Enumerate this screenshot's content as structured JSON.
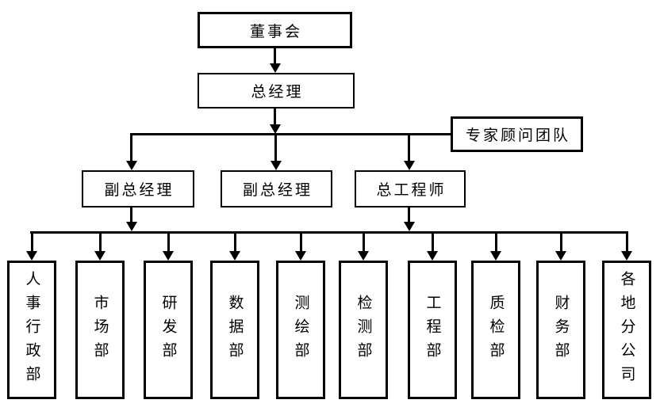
{
  "diagram": {
    "type": "org-chart",
    "background_color": "#ffffff",
    "line_color": "#000000",
    "text_color": "#000000",
    "nodes": {
      "board": "董事会",
      "general_manager": "总经理",
      "expert_team": "专家顾问团队",
      "deputy_gm_1": "副总经理",
      "deputy_gm_2": "副总经理",
      "chief_engineer": "总工程师",
      "departments": [
        "人事行政部",
        "市场部",
        "研发部",
        "数据部",
        "测绘部",
        "检测部",
        "工程部",
        "质检部",
        "财务部",
        "各地分公司"
      ]
    },
    "edges": [
      {
        "from": "board",
        "to": "general_manager",
        "style": "arrow"
      },
      {
        "from": "general_manager",
        "to": "level2-bus",
        "style": "arrow"
      },
      {
        "from": "level2-bus",
        "to": "deputy_gm_1",
        "style": "arrow"
      },
      {
        "from": "level2-bus",
        "to": "deputy_gm_2",
        "style": "arrow"
      },
      {
        "from": "level2-bus",
        "to": "chief_engineer",
        "style": "arrow"
      },
      {
        "from": "level2-bus",
        "to": "expert_team",
        "style": "plain-line"
      },
      {
        "from": "deputy_gm_1",
        "to": "level3-bus",
        "style": "arrow"
      },
      {
        "from": "chief_engineer",
        "to": "level3-bus",
        "style": "arrow"
      },
      {
        "from": "level3-bus",
        "to": "each-department",
        "style": "arrow"
      }
    ]
  }
}
